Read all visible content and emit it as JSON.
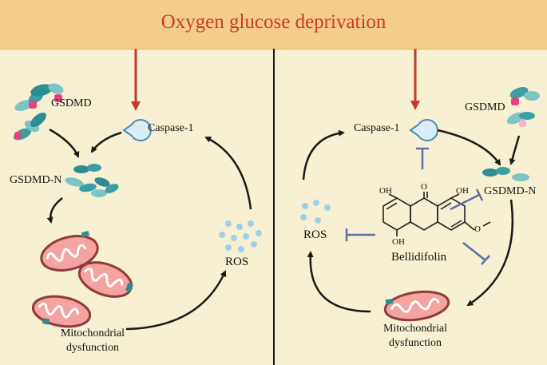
{
  "banner": {
    "title": "Oxygen glucose deprivation"
  },
  "left": {
    "gsdmd": "GSDMD",
    "gsdmd_n": "GSDMD-N",
    "caspase": "Caspase-1",
    "ros": "ROS",
    "mito_line1": "Mitochondrial",
    "mito_line2": "dysfunction"
  },
  "right": {
    "gsdmd": "GSDMD",
    "gsdmd_n": "GSDMD-N",
    "caspase": "Caspase-1",
    "ros": "ROS",
    "compound": "Bellidifolin",
    "mito_line1": "Mitochondrial",
    "mito_line2": "dysfunction",
    "structure_labels": {
      "oh_top_left": "OH",
      "oh_top_right": "OH",
      "oh_bottom": "OH",
      "carbonyl_o": "O",
      "ring_o": "O"
    }
  },
  "colors": {
    "banner": "#f5cd8a",
    "background": "#f7f0d2",
    "title": "#cc3a2b",
    "inducer_arrow": "#c5392c",
    "inhibit": "#5e6ea8"
  }
}
